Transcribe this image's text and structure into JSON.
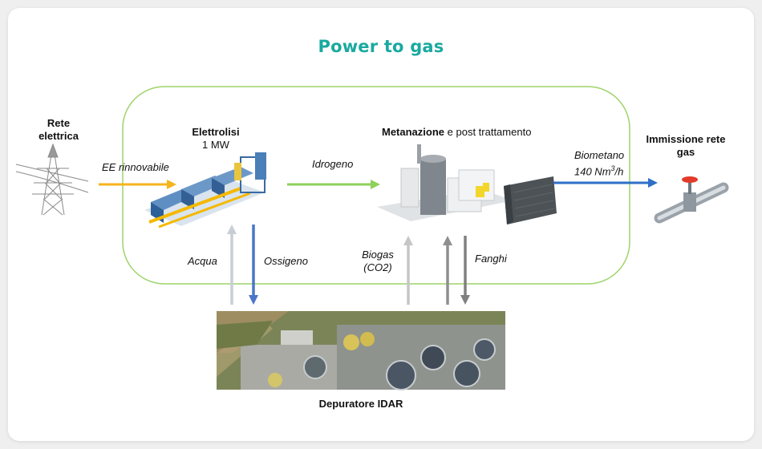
{
  "title": "Power to gas",
  "nodes": {
    "rete": {
      "line1": "Rete",
      "line2": "elettrica"
    },
    "elettrolisi": {
      "name": "Elettrolisi",
      "capacity": "1 MW"
    },
    "metanazione": {
      "name_bold": "Metanazione",
      "name_rest": "e post trattamento"
    },
    "immissione": {
      "line1": "Immissione rete",
      "line2": "gas"
    },
    "depuratore": {
      "name": "Depuratore IDAR"
    }
  },
  "flows": {
    "ee": "EE rinnovabile",
    "idrogeno": "Idrogeno",
    "biometano": "Biometano",
    "biometano_rate": "140 Nm",
    "biometano_sup": "3",
    "biometano_unit": "/h",
    "acqua": "Acqua",
    "ossigeno": "Ossigeno",
    "biogas": "Biogas",
    "biogas_co2": "(CO2)",
    "fanghi": "Fanghi"
  },
  "colors": {
    "title": "#1aa9a0",
    "loop_border": "#9ed36a",
    "ee_arrow": "#f6b41b",
    "idrogeno_arrow": "#8ed05a",
    "biometano_arrow": "#2e6fc7",
    "acqua_arrow": "#c9ced6",
    "ossigeno_arrow": "#4a76c9",
    "biogas_arrow": "#c6c6c6",
    "fanghi_arrow": "#808080"
  }
}
